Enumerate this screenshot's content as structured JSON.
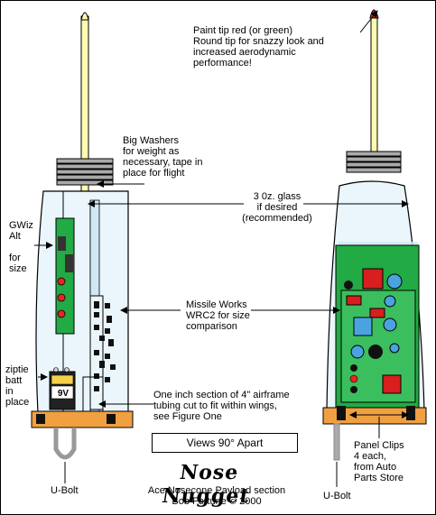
{
  "labels": {
    "paint_tip": "Paint tip red (or green)\nRound tip for snazzy look and\nincreased aerodynamic\nperformance!",
    "big_washers": "Big Washers\nfor weight as\nnecessary, tape in\nplace for flight",
    "glass": "3 0z. glass\nif desired\n(recommended)",
    "gwiz_alt": "GWiz\nAlt",
    "for_size": "for\nsize",
    "missile_works": "Missile Works\nWRC2 for size\ncomparison",
    "ziptie": "ziptie\nbatt\nin\nplace",
    "battery": "9V",
    "airframe": "One inch section of 4\" airframe\ntubing cut to fit within wings,\nsee Figure One",
    "views": "Views 90° Apart",
    "panel_clips": "Panel Clips\n4 each,\nfrom Auto\nParts Store",
    "ubolt_left": "U-Bolt",
    "ubolt_right": "U-Bolt",
    "title": "Nose Nugget",
    "subtitle": "Ace Nosecone Payload section",
    "credit": "Bob Fortune © 2000"
  },
  "colors": {
    "rod": "#fdfbb0",
    "tip": "#ee2222",
    "nosecone_fill": "#eaf6fb",
    "board_green": "#22aa44",
    "bulkhead_orange": "#f0a040",
    "washers": "#aaaaaa"
  }
}
